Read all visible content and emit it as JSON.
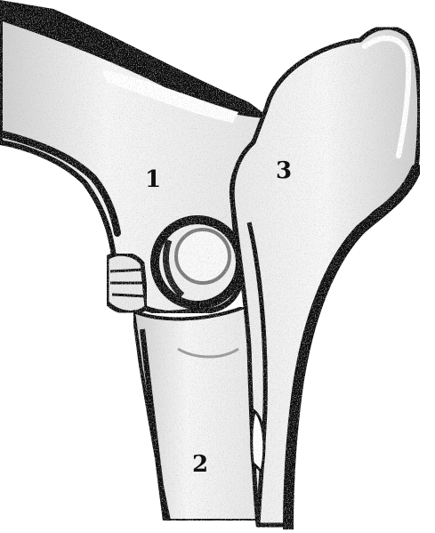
{
  "figure": {
    "labels": [
      {
        "id": "label-1",
        "text": "1"
      },
      {
        "id": "label-2",
        "text": "2"
      },
      {
        "id": "label-3",
        "text": "3"
      }
    ]
  },
  "colors": {
    "outline": "#0a0a0a",
    "bone_fill": "#f4f4f4",
    "shade": "#bdbdbd",
    "background": "#ffffff"
  }
}
